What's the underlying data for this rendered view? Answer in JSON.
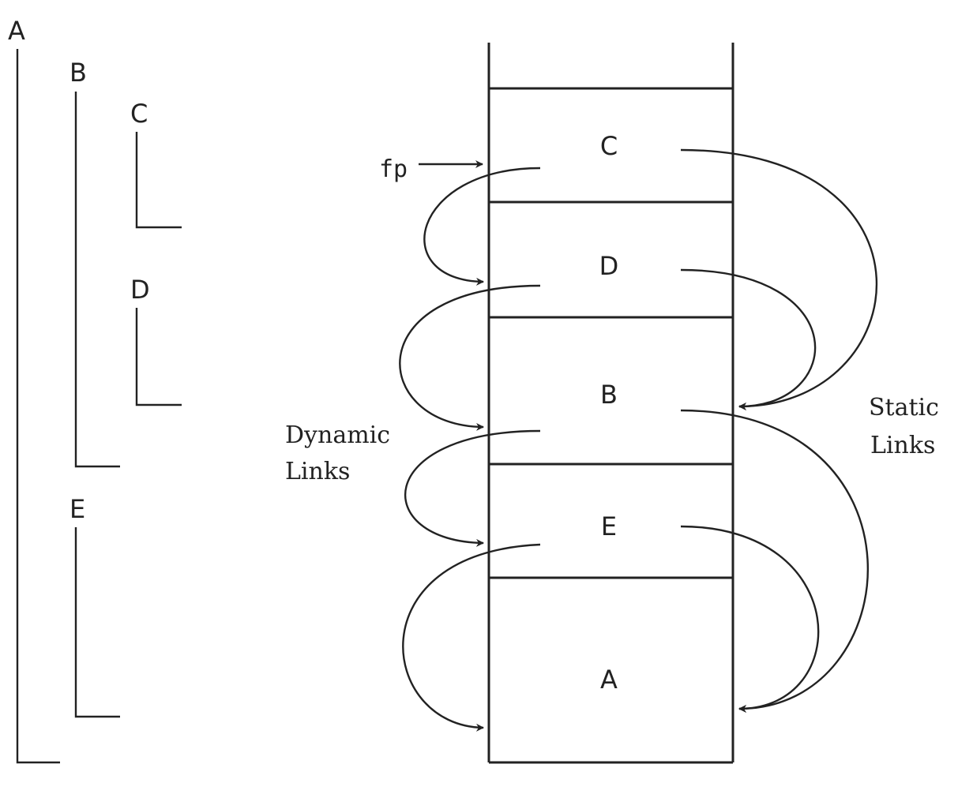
{
  "scopes": {
    "a": "A",
    "b": "B",
    "c": "C",
    "d": "D",
    "e": "E"
  },
  "stack": {
    "frames": [
      "C",
      "D",
      "B",
      "E",
      "A"
    ]
  },
  "labels": {
    "fp": "fp",
    "dynamic_line1": "Dynamic",
    "dynamic_line2": "Links",
    "static_line1": "Static",
    "static_line2": "Links"
  }
}
